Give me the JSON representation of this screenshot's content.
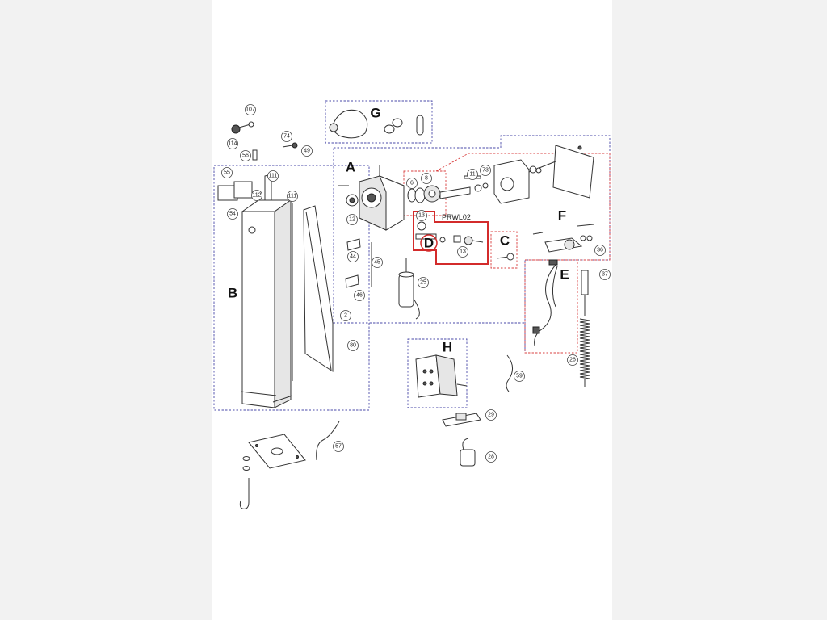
{
  "sections": [
    {
      "id": "A",
      "label": "A"
    },
    {
      "id": "B",
      "label": "B"
    },
    {
      "id": "C",
      "label": "C"
    },
    {
      "id": "D",
      "label": "D"
    },
    {
      "id": "E",
      "label": "E"
    },
    {
      "id": "F",
      "label": "F"
    },
    {
      "id": "G",
      "label": "G"
    },
    {
      "id": "H",
      "label": "H"
    }
  ],
  "kit_label": "PRWL02",
  "parts": {
    "p107": "107",
    "p114": "114",
    "p74": "74",
    "p49": "49",
    "p56": "56",
    "p55": "55",
    "p112": "112",
    "p54": "54",
    "p111a": "111",
    "p111b": "111",
    "p12": "12",
    "p6": "6",
    "p8": "8",
    "p11": "11",
    "p73": "73",
    "p13a": "13",
    "p13b": "13",
    "p44": "44",
    "p45": "45",
    "p46": "46",
    "p25": "25",
    "p2": "2",
    "p80": "80",
    "p36": "36",
    "p37": "37",
    "p26": "26",
    "p59": "59",
    "p29": "29",
    "p28": "28",
    "p57": "57"
  },
  "colors": {
    "blue_group": "#4a4aa8",
    "red_group": "#d94040",
    "highlight": "#d32b2b"
  }
}
